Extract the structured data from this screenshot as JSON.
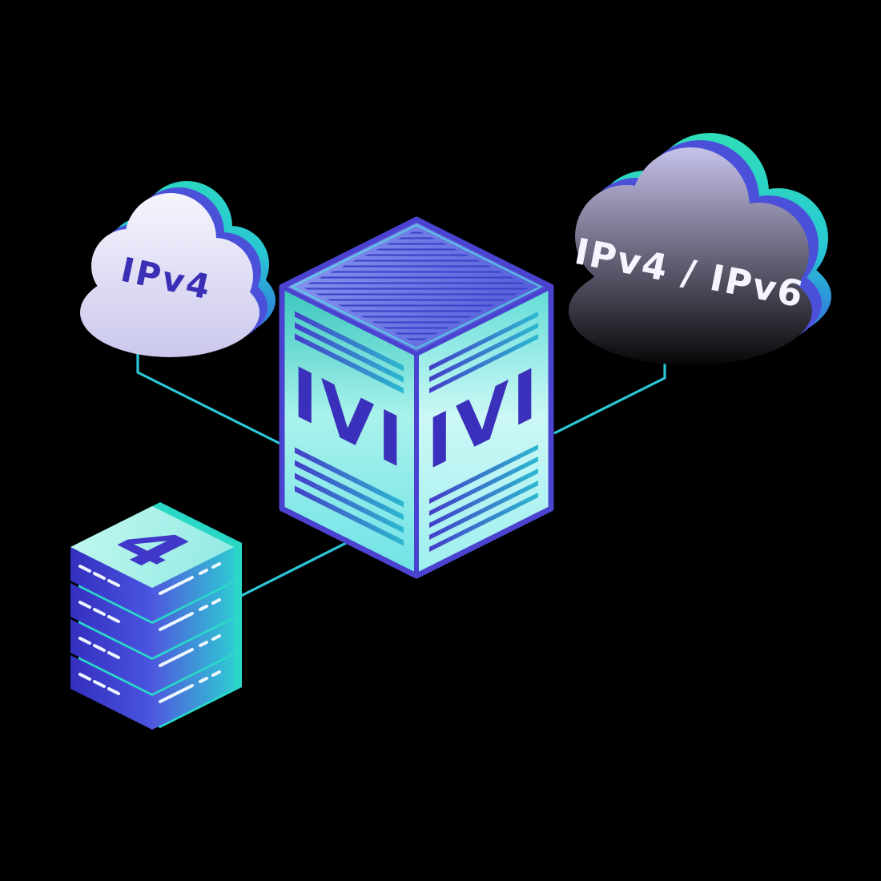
{
  "scene": {
    "background_color": "#000000",
    "connector_color": "#2cc7d8"
  },
  "clouds": {
    "ipv4": {
      "label": "IPv4",
      "label_color": "#3b2fb5"
    },
    "dual_stack": {
      "label": "IPv4 / IPv6",
      "label_color": "#f5f5ff"
    }
  },
  "translator_cube": {
    "left_face_label": "IVI",
    "right_face_label": "IVI",
    "label_color": "#3a30bb",
    "edge_color": "#4a43cf",
    "face_teal": "#38c6bd",
    "face_cyan": "#a9f2ec",
    "top_face_blue": "#5c6ae0"
  },
  "server_stack": {
    "top_label": "4",
    "unit_count": 4,
    "accent_teal": "#2bd8c8",
    "body_indigo": "#3f38c8"
  }
}
